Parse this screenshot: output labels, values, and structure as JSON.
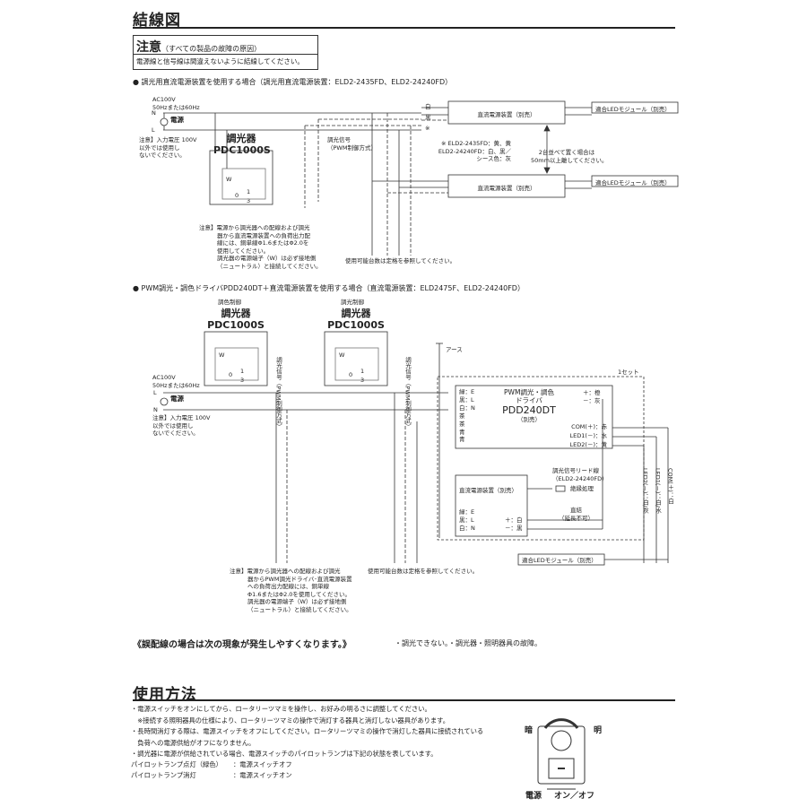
{
  "title": "結線図",
  "caution": {
    "head": "注意",
    "sub": "（すべての製品の故障の原因）",
    "text": "電源線と信号線は間違えないように結線してください。"
  },
  "section1": {
    "title": "● 調光用直流電源装置を使用する場合（調光用直流電源装置：ELD2-2435FD、ELD2-24240FD）",
    "supply_lines": [
      "AC100V",
      "50Hzまたは60Hz"
    ],
    "n": "N",
    "l": "L",
    "power": "電源",
    "dimmer_label": "調光器",
    "dimmer_model": "PDC1000S",
    "w_mark": "W",
    "terms": [
      "0",
      "1",
      "3"
    ],
    "note_input": [
      "注意】入力電圧 100V",
      "以外では使用し",
      "ないでください。"
    ],
    "signal_label": [
      "調光信号",
      "（PWM制御方式）"
    ],
    "wire_labels": [
      "白",
      "黒",
      "※"
    ],
    "wire_note": [
      "※ ELD2-2435FD：黄、黄",
      "ELD2-24240FD：白、黒／",
      "シース色：灰"
    ],
    "psu": "直流電源装置（別売）",
    "led": "適合LEDモジュール（別売）",
    "spacing": [
      "2台並べて置く場合は",
      "50mm以上離してください。"
    ],
    "note_wiring": [
      "注意】電源から調光器への配線および調光",
      "器から直流電源装置への負荷出力配",
      "線には、銅単線Φ1.6またはΦ2.0を",
      "使用してください。",
      "調光器の電源端子（W）は必ず接地側",
      "（ニュートラル）と接続してください。"
    ],
    "usable": "使用可能台数は定格を参照してください。"
  },
  "section2": {
    "title": "● PWM調光・調色ドライバPDD240DT＋直流電源装置を使用する場合（直流電源装置：ELD2475F、ELD2-24240FD）",
    "dim_ctrl": "調色制御",
    "ldim_ctrl": "調光制御",
    "dimmer_label": "調光器",
    "dimmer_model": "PDC1000S",
    "w_mark": "W",
    "terms": [
      "0",
      "1",
      "3"
    ],
    "signal_label": [
      "調光信号",
      "（PWM制御方式）"
    ],
    "earth": "アース",
    "set_label": "1セット",
    "supply_lines": [
      "AC100V",
      "50Hzまたは60Hz"
    ],
    "n": "N",
    "l": "L",
    "power": "電源",
    "note_input": [
      "注意】入力電圧 100V",
      "以外では使用し",
      "ないでください。"
    ],
    "driver_left": [
      "緑：E",
      "黒：L",
      "白：N",
      "茶",
      "茶",
      "青",
      "青"
    ],
    "driver_title": [
      "PWM調光・調色",
      "ドライバ",
      "PDD240DT",
      "（別売）"
    ],
    "driver_right_top": [
      "＋：橙",
      "－：灰"
    ],
    "driver_right": [
      "COM(＋)：赤",
      "LED1(－)：水",
      "LED2(－)：黄"
    ],
    "psu_title": "直流電源装置（別売）",
    "psu_left": [
      "緑：E",
      "黒：L",
      "白：N"
    ],
    "psu_right": [
      "＋：白",
      "－：黒"
    ],
    "lead": [
      "調光信号リード線",
      "（ELD2-24240FD）"
    ],
    "insulate": "絶縁処理",
    "direct": [
      "直結",
      "（延長不可）"
    ],
    "vert_labels": [
      "LED2(－)：白/灰",
      "LED1(－)：白/水",
      "COM(＋)：白"
    ],
    "led": "適合LEDモジュール（別売）",
    "note_wiring": [
      "注意】電源から調光器への配線および調光",
      "器からPWM調光ドライバ･直流電源装置",
      "への負荷出力配線には、銅単線",
      "Φ1.6またはΦ2.0を使用してください。",
      "調光器の電源端子（W）は必ず接地側",
      "（ニュートラル）と接続してください。"
    ],
    "usable": "使用可能台数は定格を参照してください。"
  },
  "miswire": {
    "title": "《誤配線の場合は次の現象が発生しやすくなります。》",
    "text": "・調光できない。・調光器・照明器具の故障。"
  },
  "usage": {
    "title": "使用方法",
    "lines": [
      "・電源スイッチをオンにしてから、ロータリーツマミを操作し、お好みの明るさに調整してください。",
      "　※接続する照明器具の仕様により、ロータリーツマミの操作で消灯する器具と消灯しない器具があります。",
      "・長時間消灯する際は、電源スイッチをオフにしてください。ロータリーツマミの操作で消灯した器具に接続されている",
      "　負荷への電源供給がオフになりません。",
      "・調光器に電源が供給されている場合、電源スイッチのパイロットランプは下記の状態を表しています。"
    ],
    "pilot": [
      {
        "state": "パイロットランプ点灯（緑色）",
        "meaning": "：電源スイッチオフ"
      },
      {
        "state": "パイロットランプ消灯",
        "meaning": "：電源スイッチオン"
      }
    ],
    "dark": "暗",
    "bright": "明",
    "power_label": "電源",
    "onoff": "オン／オフ"
  }
}
